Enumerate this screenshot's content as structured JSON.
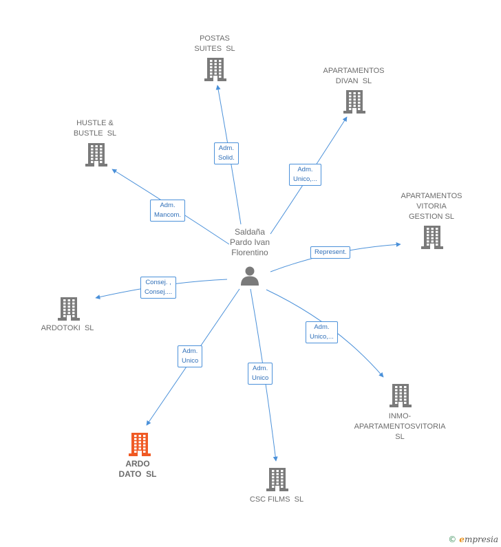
{
  "center": {
    "label": "Saldaña\nPardo Ivan\nFlorentino",
    "icon": "person-icon"
  },
  "colors": {
    "edge": "#4a90d9",
    "node": "#7a7a7a",
    "highlight": "#f05a24"
  },
  "nodes": [
    {
      "id": "postas",
      "label": "POSTAS\nSUITES  SL",
      "highlight": false
    },
    {
      "id": "divan",
      "label": "APARTAMENTOS\nDIVAN  SL",
      "highlight": false
    },
    {
      "id": "hustle",
      "label": "HUSTLE &\nBUSTLE  SL",
      "highlight": false
    },
    {
      "id": "vitoria",
      "label": "APARTAMENTOS\nVITORIA\nGESTION SL",
      "highlight": false
    },
    {
      "id": "ardotoki",
      "label": "ARDOTOKI  SL",
      "highlight": false
    },
    {
      "id": "inmo",
      "label": "INMO-\nAPARTAMENTOSVITORIA\nSL",
      "highlight": false
    },
    {
      "id": "ardodato",
      "label": "ARDO\nDATO  SL",
      "highlight": true
    },
    {
      "id": "csc",
      "label": "CSC FILMS  SL",
      "highlight": false
    }
  ],
  "edges": [
    {
      "to": "postas",
      "label": "Adm.\nSolid."
    },
    {
      "to": "divan",
      "label": "Adm.\nUnico,..."
    },
    {
      "to": "hustle",
      "label": "Adm.\nMancom."
    },
    {
      "to": "vitoria",
      "label": "Represent."
    },
    {
      "to": "ardotoki",
      "label": "Consej. ,\nConsej...."
    },
    {
      "to": "inmo",
      "label": "Adm.\nUnico,..."
    },
    {
      "to": "ardodato",
      "label": "Adm.\nUnico"
    },
    {
      "to": "csc",
      "label": "Adm.\nUnico"
    }
  ],
  "brand": {
    "copyright": "©",
    "name_initial": "e",
    "name_rest": "mpresia"
  }
}
